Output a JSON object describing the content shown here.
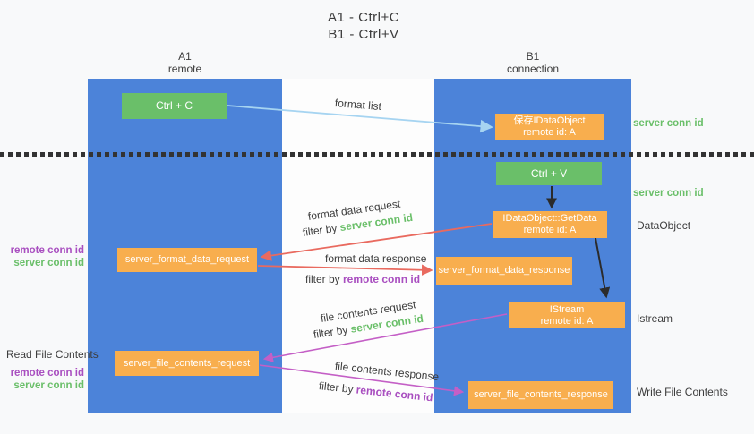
{
  "title": {
    "line1": "A1 - Ctrl+C",
    "line2": "B1 - Ctrl+V"
  },
  "lifelines": {
    "left": {
      "name": "A1",
      "sub": "remote"
    },
    "right": {
      "name": "B1",
      "sub": "connection"
    }
  },
  "nodes": {
    "ctrl_c": "Ctrl + C",
    "ctrl_v": "Ctrl + V",
    "save_dataobject": {
      "line1": "保存IDataObject",
      "line2": "remote id: A"
    },
    "getdata": {
      "line1": "IDataObject::GetData",
      "line2": "remote id: A"
    },
    "istream": {
      "line1": "IStream",
      "line2": "remote id: A"
    },
    "format_request": "server_format_data_request",
    "format_response": "server_format_data_response",
    "file_request": "server_file_contents_request",
    "file_response": "server_file_contents_response"
  },
  "arrows": {
    "format_list": "format list",
    "format_data_request": "format data request",
    "format_data_response": "format data response",
    "file_contents_request": "file contents request",
    "file_contents_response": "file contents response",
    "filter_by": "filter by ",
    "server_conn_id": "server conn id",
    "remote_conn_id": "remote conn id"
  },
  "annotations": {
    "remote_conn_id": "remote conn id",
    "server_conn_id": "server conn id",
    "read_file_contents": "Read File Contents",
    "write_file_contents": "Write File Contents",
    "dataobject": "DataObject",
    "istream": "Istream"
  },
  "colors": {
    "lifeline_blue": "#4c83d9",
    "node_green": "#6abf69",
    "node_orange": "#f8ae4e",
    "arrow_blue": "#a6d4f1",
    "arrow_red": "#e96a5f",
    "arrow_magenta": "#c45fc6",
    "arrow_black": "#2b2b2b",
    "text_green": "#6abf69",
    "text_purple": "#a94fc0",
    "text_dark": "#3d3d3d"
  }
}
